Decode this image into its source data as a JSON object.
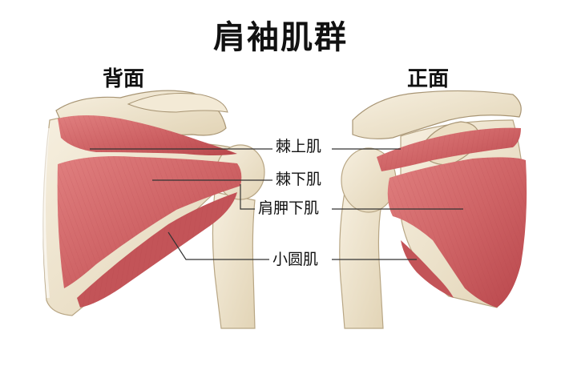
{
  "title": "肩袖肌群",
  "views": {
    "back": "背面",
    "front": "正面"
  },
  "labels": {
    "supraspinatus": "棘上肌",
    "infraspinatus": "棘下肌",
    "subscapularis": "肩胛下肌",
    "teres_minor": "小圆肌"
  },
  "colors": {
    "muscle": "#c95b5e",
    "bone": "#efe6d2",
    "line": "#333333"
  }
}
